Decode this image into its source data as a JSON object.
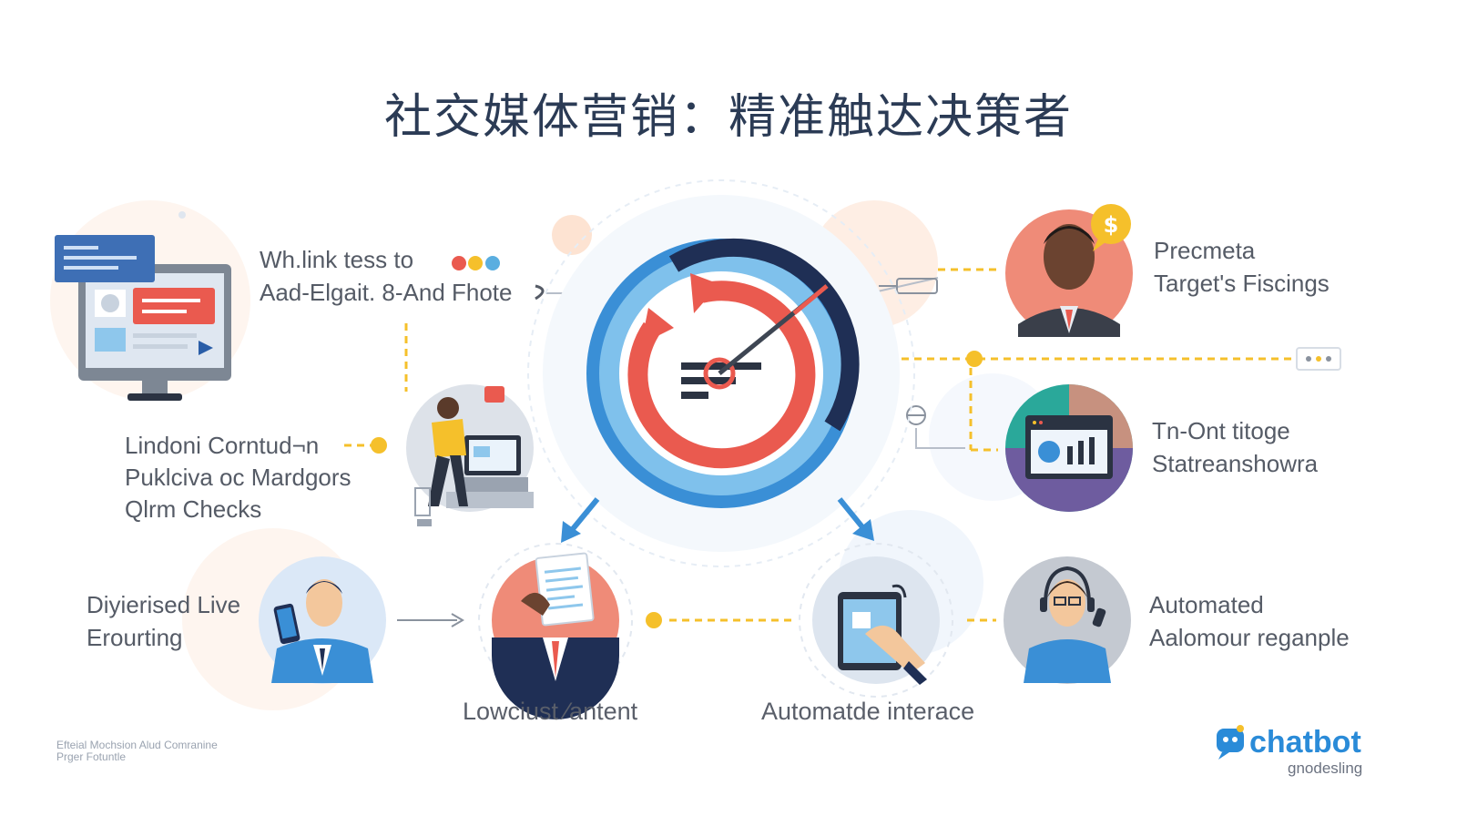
{
  "title": "社交媒体营销：精准触达决策者",
  "left_top_text": [
    "Wh.link tess to",
    "Aad-Elgait. 8-And Fhote"
  ],
  "left_mid_text": [
    "Lindoni Corntud¬n",
    "Puklciva oc Mardgors",
    "Qlrm Checks"
  ],
  "left_bottom_text": [
    "Diyierised Live",
    "Erourting"
  ],
  "right_top_text": [
    "Precmeta",
    "Target's Fiscings"
  ],
  "right_mid_text": [
    "Tn-Ont titoge",
    "Statreanshowra"
  ],
  "right_bottom_text": [
    "Automated",
    "Aalomour reganple"
  ],
  "caption_center_left": "Lowciust ⁄antent",
  "caption_center_right": "Automatde interace",
  "footer_left": [
    "Efteial Mochsion Alud Comranine",
    "Prger Fotuntle"
  ],
  "brand_name": "chatbot",
  "brand_sub": "gnodesling",
  "colors": {
    "title": "#2b3b55",
    "blue": "#3a8fd6",
    "light_blue": "#7fc1ec",
    "navy": "#1f2f55",
    "red": "#ea5a4f",
    "yellow": "#f5c02b",
    "teal": "#2aa89a",
    "salmon": "#ef8b78"
  },
  "icons": [
    "computer-monitor-icon",
    "target-gauge-icon",
    "businessman-icon",
    "dollar-speech-bubble-icon",
    "dashboard-screen-icon",
    "worker-at-desk-icon",
    "phone-user-icon",
    "document-reader-icon",
    "tablet-touch-icon",
    "headset-support-icon",
    "chatbot-logo-icon"
  ]
}
